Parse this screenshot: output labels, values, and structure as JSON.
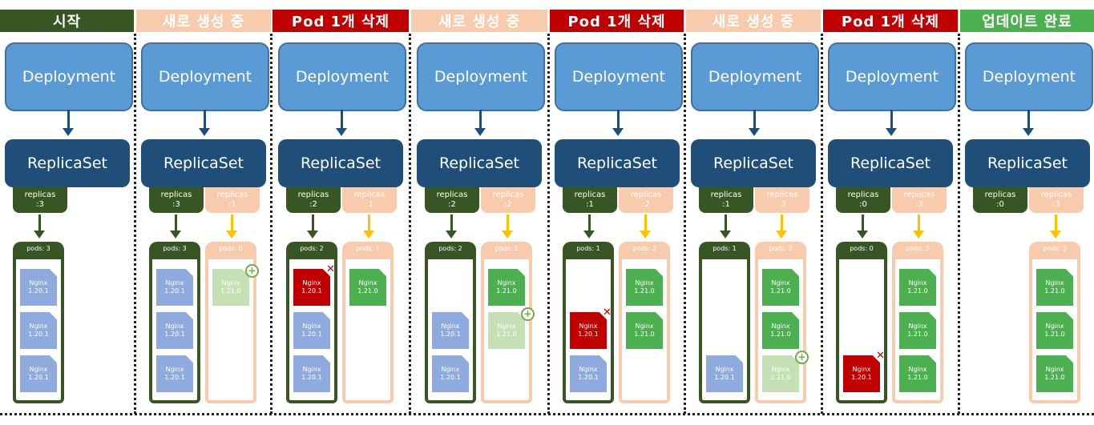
{
  "labels": {
    "deployment": "Deployment",
    "replicaset": "ReplicaSet",
    "replicas": "replicas",
    "pods": "pods"
  },
  "colors": {
    "header_green_dark": "#375623",
    "header_orange": "#f8cbad",
    "header_red": "#c00000",
    "header_green": "#4caf50"
  },
  "stages": [
    {
      "title": "시작",
      "header_color": "#375623",
      "old_replicas": ":3",
      "new_replicas": null,
      "old_pods": "pods: 3",
      "new_pods": null,
      "old": [
        {
          "name": "Nginx",
          "ver": "1.20.1"
        },
        {
          "name": "Nginx",
          "ver": "1.20.1"
        },
        {
          "name": "Nginx",
          "ver": "1.20.1"
        }
      ],
      "new": []
    },
    {
      "title": "새로 생성 중",
      "header_color": "#f8cbad",
      "old_replicas": ":3",
      "new_replicas": ":1",
      "old_pods": "pods: 3",
      "new_pods": "pods: 0",
      "old": [
        {
          "name": "Nginx",
          "ver": "1.20.1"
        },
        {
          "name": "Nginx",
          "ver": "1.20.1"
        },
        {
          "name": "Nginx",
          "ver": "1.20.1"
        }
      ],
      "new": [
        {
          "name": "Nginx",
          "ver": "1.21.0",
          "state": "fade",
          "mark": "+"
        }
      ]
    },
    {
      "title": "Pod 1개 삭제",
      "header_color": "#c00000",
      "old_replicas": ":2",
      "new_replicas": ":1",
      "old_pods": "pods: 2",
      "new_pods": "pods: 1",
      "old": [
        {
          "name": "Nginx",
          "ver": "1.20.1",
          "state": "del",
          "mark": "✕"
        },
        {
          "name": "Nginx",
          "ver": "1.20.1"
        },
        {
          "name": "Nginx",
          "ver": "1.20.1"
        }
      ],
      "new": [
        {
          "name": "Nginx",
          "ver": "1.21.0"
        }
      ]
    },
    {
      "title": "새로 생성 중",
      "header_color": "#f8cbad",
      "old_replicas": ":2",
      "new_replicas": ":2",
      "old_pods": "pods: 2",
      "new_pods": "pods: 1",
      "old": [
        null,
        {
          "name": "Nginx",
          "ver": "1.20.1"
        },
        {
          "name": "Nginx",
          "ver": "1.20.1"
        }
      ],
      "new": [
        {
          "name": "Nginx",
          "ver": "1.21.0"
        },
        {
          "name": "Nginx",
          "ver": "1.21.0",
          "state": "fade",
          "mark": "+"
        }
      ]
    },
    {
      "title": "Pod 1개 삭제",
      "header_color": "#c00000",
      "old_replicas": ":1",
      "new_replicas": ":2",
      "old_pods": "pods: 1",
      "new_pods": "pods: 2",
      "old": [
        null,
        {
          "name": "Nginx",
          "ver": "1.20.1",
          "state": "del",
          "mark": "✕"
        },
        {
          "name": "Nginx",
          "ver": "1.20.1"
        }
      ],
      "new": [
        {
          "name": "Nginx",
          "ver": "1.21.0"
        },
        {
          "name": "Nginx",
          "ver": "1.21.0"
        }
      ]
    },
    {
      "title": "새로 생성 중",
      "header_color": "#f8cbad",
      "old_replicas": ":1",
      "new_replicas": ":3",
      "old_pods": "pods: 1",
      "new_pods": "pods: 2",
      "old": [
        null,
        null,
        {
          "name": "Nginx",
          "ver": "1.20.1"
        }
      ],
      "new": [
        {
          "name": "Nginx",
          "ver": "1.21.0"
        },
        {
          "name": "Nginx",
          "ver": "1.21.0"
        },
        {
          "name": "Nginx",
          "ver": "1.21.0",
          "state": "fade",
          "mark": "+"
        }
      ]
    },
    {
      "title": "Pod 1개 삭제",
      "header_color": "#c00000",
      "old_replicas": ":0",
      "new_replicas": ":3",
      "old_pods": "pods: 0",
      "new_pods": "pods: 3",
      "old": [
        null,
        null,
        {
          "name": "Nginx",
          "ver": "1.20.1",
          "state": "del",
          "mark": "✕"
        }
      ],
      "new": [
        {
          "name": "Nginx",
          "ver": "1.21.0"
        },
        {
          "name": "Nginx",
          "ver": "1.21.0"
        },
        {
          "name": "Nginx",
          "ver": "1.21.0"
        }
      ]
    },
    {
      "title": "업데이트 완료",
      "header_color": "#4caf50",
      "old_replicas": ":0",
      "new_replicas": ":3",
      "old_pods": null,
      "new_pods": "pods: 3",
      "old": [],
      "new": [
        {
          "name": "Nginx",
          "ver": "1.21.0"
        },
        {
          "name": "Nginx",
          "ver": "1.21.0"
        },
        {
          "name": "Nginx",
          "ver": "1.21.0"
        }
      ]
    }
  ]
}
